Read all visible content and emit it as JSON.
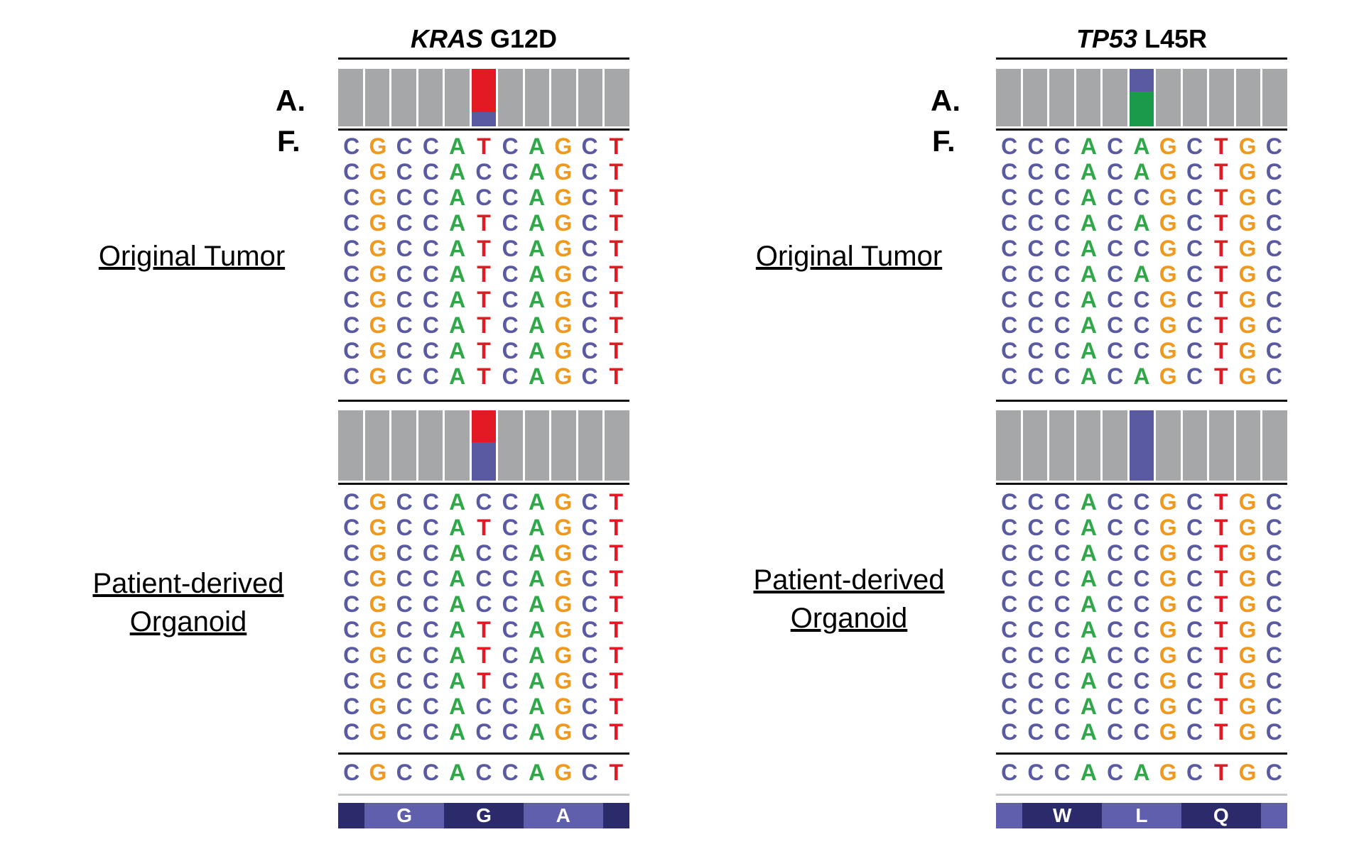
{
  "panels": [
    {
      "id": "kras",
      "title": {
        "gene": "KRAS",
        "mutation": "G12D"
      },
      "af_labels": {
        "a": "A.",
        "f": "F."
      },
      "tumor": {
        "label": "Original Tumor",
        "coverage": [
          {
            "segments": []
          },
          {
            "segments": []
          },
          {
            "segments": []
          },
          {
            "segments": []
          },
          {
            "segments": []
          },
          {
            "segments": [
              {
                "color": "#e31a24",
                "frac": 0.75
              },
              {
                "color": "#5a5aa3",
                "frac": 0.25
              }
            ]
          },
          {
            "segments": []
          },
          {
            "segments": []
          },
          {
            "segments": []
          },
          {
            "segments": []
          },
          {
            "segments": []
          }
        ],
        "reads": [
          "CGCCATCAGCT",
          "CGCCACCAGCT",
          "CGCCACCAGCT",
          "CGCCATCAGCT",
          "CGCCATCAGCT",
          "CGCCATCAGCT",
          "CGCCATCAGCT",
          "CGCCATCAGCT",
          "CGCCATCAGCT",
          "CGCCATCAGCT"
        ]
      },
      "organoid": {
        "label_line1": "Patient-derived",
        "label_line2": "Organoid",
        "coverage": [
          {
            "segments": []
          },
          {
            "segments": []
          },
          {
            "segments": []
          },
          {
            "segments": []
          },
          {
            "segments": []
          },
          {
            "segments": [
              {
                "color": "#e31a24",
                "frac": 0.45
              },
              {
                "color": "#5a5aa3",
                "frac": 0.55
              }
            ]
          },
          {
            "segments": []
          },
          {
            "segments": []
          },
          {
            "segments": []
          },
          {
            "segments": []
          },
          {
            "segments": []
          }
        ],
        "reads": [
          "CGCCACCAGCT",
          "CGCCATCAGCT",
          "CGCCACCAGCT",
          "CGCCACCAGCT",
          "CGCCACCAGCT",
          "CGCCATCAGCT",
          "CGCCATCAGCT",
          "CGCCATCAGCT",
          "CGCCACCAGCT",
          "CGCCACCAGCT"
        ]
      },
      "reference": "CGCCACCAGCT",
      "amino_acids": [
        {
          "label": "",
          "color": "#2b2a6b",
          "span": 1
        },
        {
          "label": "G",
          "color": "#5f5fae",
          "span": 3
        },
        {
          "label": "G",
          "color": "#2b2a6b",
          "span": 3
        },
        {
          "label": "A",
          "color": "#5f5fae",
          "span": 3
        },
        {
          "label": "",
          "color": "#2b2a6b",
          "span": 1
        }
      ]
    },
    {
      "id": "tp53",
      "title": {
        "gene": "TP53",
        "mutation": "L45R"
      },
      "af_labels": {
        "a": "A.",
        "f": "F."
      },
      "tumor": {
        "label": "Original Tumor",
        "coverage": [
          {
            "segments": []
          },
          {
            "segments": []
          },
          {
            "segments": []
          },
          {
            "segments": []
          },
          {
            "segments": []
          },
          {
            "segments": [
              {
                "color": "#5a5aa3",
                "frac": 0.4
              },
              {
                "color": "#1a9a4a",
                "frac": 0.6
              }
            ]
          },
          {
            "segments": []
          },
          {
            "segments": []
          },
          {
            "segments": []
          },
          {
            "segments": []
          },
          {
            "segments": []
          }
        ],
        "reads": [
          "CCCACAGCTGC",
          "CCCACAGCTGC",
          "CCCACCGCTGC",
          "CCCACAGCTGC",
          "CCCACCGCTGC",
          "CCCACAGCTGC",
          "CCCACCGCTGC",
          "CCCACCGCTGC",
          "CCCACCGCTGC",
          "CCCACAGCTGC"
        ]
      },
      "organoid": {
        "label_line1": "Patient-derived",
        "label_line2": "Organoid",
        "coverage": [
          {
            "segments": []
          },
          {
            "segments": []
          },
          {
            "segments": []
          },
          {
            "segments": []
          },
          {
            "segments": []
          },
          {
            "segments": [
              {
                "color": "#5a5aa3",
                "frac": 1.0
              }
            ]
          },
          {
            "segments": []
          },
          {
            "segments": []
          },
          {
            "segments": []
          },
          {
            "segments": []
          },
          {
            "segments": []
          }
        ],
        "reads": [
          "CCCACCGCTGC",
          "CCCACCGCTGC",
          "CCCACCGCTGC",
          "CCCACCGCTGC",
          "CCCACCGCTGC",
          "CCCACCGCTGC",
          "CCCACCGCTGC",
          "CCCACCGCTGC",
          "CCCACCGCTGC",
          "CCCACCGCTGC"
        ]
      },
      "reference": "CCCACAGCTGC",
      "amino_acids": [
        {
          "label": "",
          "color": "#5f5fae",
          "span": 1
        },
        {
          "label": "W",
          "color": "#2b2a6b",
          "span": 3
        },
        {
          "label": "L",
          "color": "#5f5fae",
          "span": 3
        },
        {
          "label": "Q",
          "color": "#2b2a6b",
          "span": 3
        },
        {
          "label": "",
          "color": "#5f5fae",
          "span": 1
        }
      ]
    }
  ]
}
